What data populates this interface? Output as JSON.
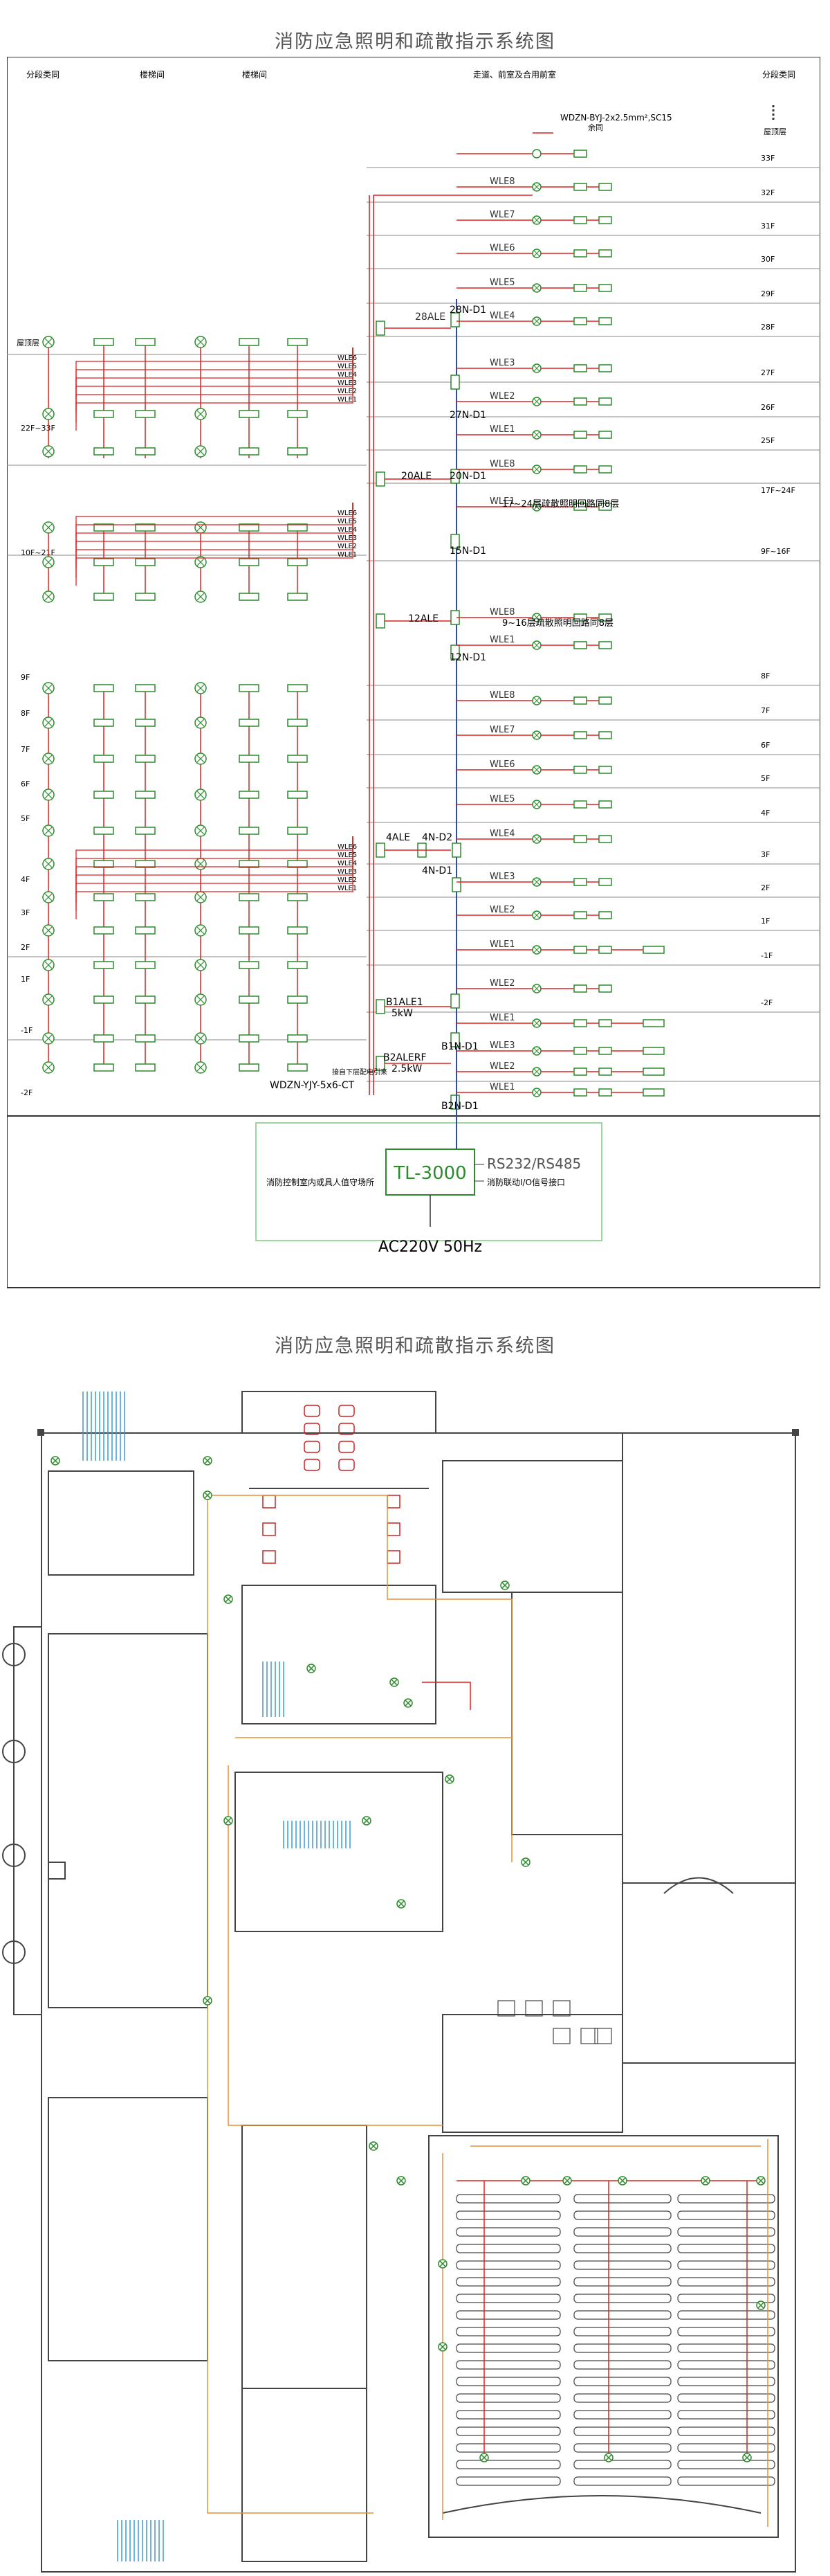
{
  "title_top": "消防应急照明和疏散指示系统图",
  "title_bottom": "消防应急照明和疏散指示系统图",
  "headers": {
    "seg_left": "分段类同",
    "stair1": "楼梯间",
    "stair2": "楼梯间",
    "corridor": "走道、前室及合用前室",
    "seg_right": "分段类同"
  },
  "roof": {
    "cable": "WDZN-BYJ-2x2.5mm²,SC15",
    "room": "余同",
    "label_left": "屋顶层",
    "label_right": "屋顶层"
  },
  "floor_labels_right": [
    "33F",
    "32F",
    "31F",
    "30F",
    "29F",
    "28F",
    "27F",
    "26F",
    "25F",
    "17F~24F",
    "9F~16F",
    "8F",
    "7F",
    "6F",
    "5F",
    "4F",
    "3F",
    "2F",
    "1F",
    "-1F",
    "-2F"
  ],
  "floor_labels_left": [
    "22F~33F",
    "10F~21F",
    "9F",
    "8F",
    "7F",
    "6F",
    "5F",
    "4F",
    "3F",
    "2F",
    "1F",
    "-1F",
    "-2F"
  ],
  "branch_top": [
    "WLE8",
    "WLE7",
    "WLE6",
    "WLE5",
    "WLE4",
    "WLE3",
    "WLE2",
    "WLE1"
  ],
  "branch_mid": [
    "WLE3",
    "WLE2",
    "WLE1"
  ],
  "branch_low": [
    "WLE8",
    "WLE7",
    "WLE6",
    "WLE5",
    "WLE4",
    "WLE3",
    "WLE2",
    "WLE1"
  ],
  "branch_base": [
    "WLE2",
    "WLE1",
    "WLE3",
    "WLE2",
    "WLE1"
  ],
  "stair_branches": [
    "WLE6",
    "WLE5",
    "WLE4",
    "WLE3",
    "WLE2",
    "WLE1"
  ],
  "boxes": {
    "b28": "28ALE",
    "b20": "20ALE",
    "b12": "12ALE",
    "b4": "4ALE",
    "b1": "B1ALE1",
    "b1kw": "5kW",
    "b2": "B2ALERF",
    "b2kw": "2.5kW"
  },
  "nodes": {
    "n28": "28N-D1",
    "n27": "27N-D1",
    "n20": "20N-D1",
    "n15": "15N-D1",
    "n12": "12N-D1",
    "n4a": "4N-D2",
    "n4b": "4N-D1",
    "nb1": "B1N-D1",
    "nb2": "B2N-D1"
  },
  "notes": {
    "range1": "17~24层疏散照明回路同8层",
    "range2": "9~16层疏散照明回路同8层",
    "feeder": "接自下层配电引来",
    "cable_main": "WDZN-YJY-5x6-CT"
  },
  "controller": {
    "name": "TL-3000",
    "caption": "消防控制室内或具人值守场所",
    "port1": "RS232/RS485",
    "port2": "消防联动I/O信号接口",
    "power": "AC220V  50Hz"
  }
}
